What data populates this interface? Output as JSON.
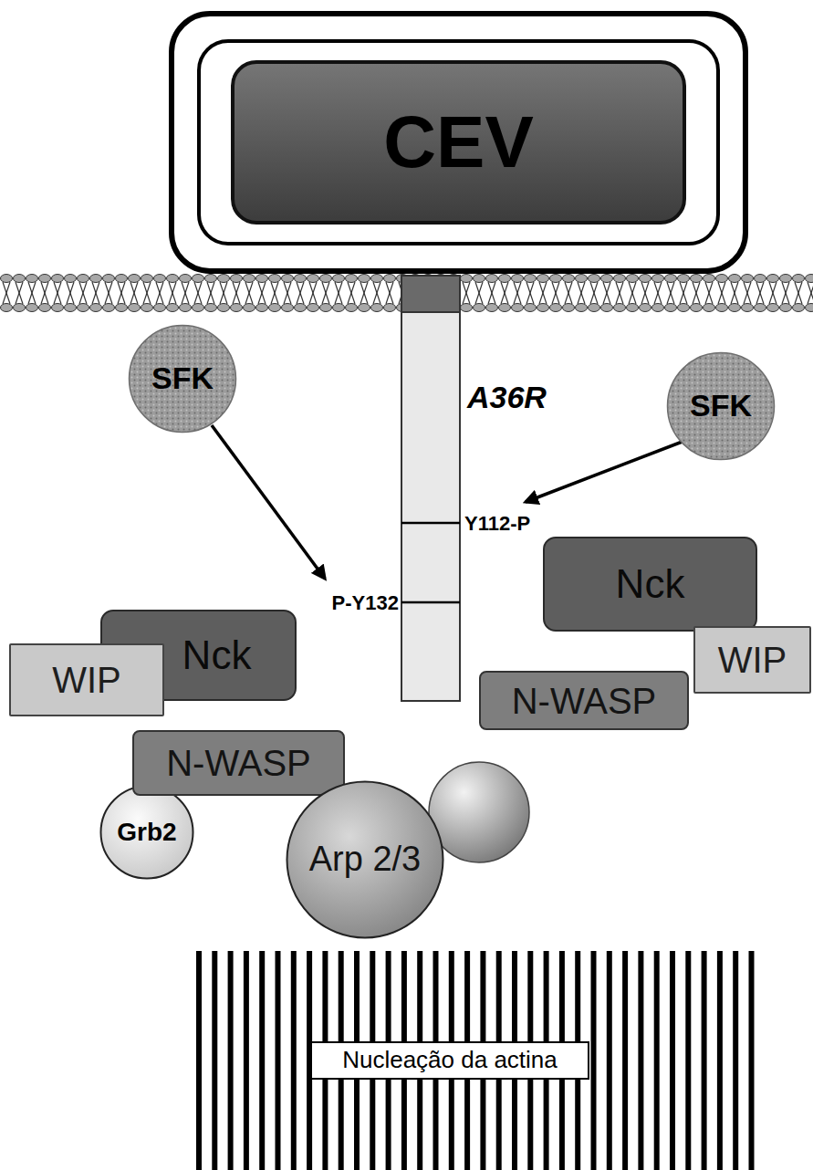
{
  "diagram": {
    "nodes": [
      {
        "text": [
          "CEV"
        ]
      },
      {
        "text": [
          "SFK"
        ]
      },
      {
        "text": [
          "SFK"
        ]
      },
      {
        "text": [
          "Nck"
        ]
      },
      {
        "text": [
          "Nck"
        ]
      },
      {
        "text": [
          "WIP"
        ]
      },
      {
        "text": [
          "WIP"
        ]
      },
      {
        "text": [
          "N-WASP"
        ]
      },
      {
        "text": [
          "N-WASP"
        ]
      },
      {
        "text": [
          "Grb2"
        ]
      },
      {
        "text": [
          "Arp 2/3"
        ]
      },
      {
        "text": [
          "Nucleação da actina"
        ]
      }
    ],
    "labels": [
      "A36R",
      "Y112-P",
      "P-Y132"
    ]
  }
}
